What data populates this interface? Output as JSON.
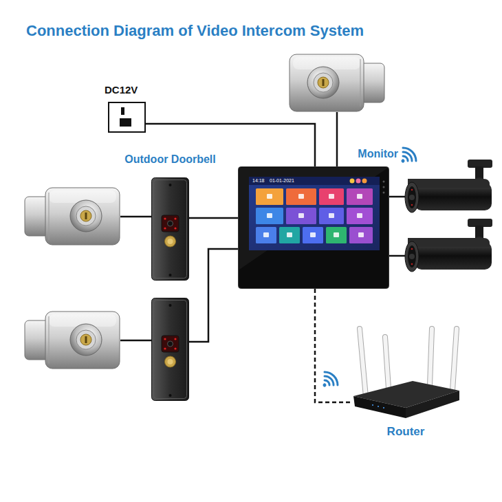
{
  "diagram": {
    "title": "Connection Diagram of Video Intercom System",
    "nodes": [
      {
        "text": [
          "DC12V"
        ]
      },
      {
        "text": [
          "Outdoor Doorbell"
        ]
      },
      {
        "text": [
          "Monitor"
        ]
      },
      {
        "text": [
          "Router"
        ]
      }
    ],
    "edges": [
      {
        "from": 0,
        "to": 2,
        "arrow": "none"
      },
      {
        "from": 1,
        "to": 2,
        "arrow": "none"
      },
      {
        "from": 2,
        "to": 3,
        "arrow": "none"
      }
    ],
    "labels": [
      "14:18",
      "01-01-2021"
    ]
  }
}
